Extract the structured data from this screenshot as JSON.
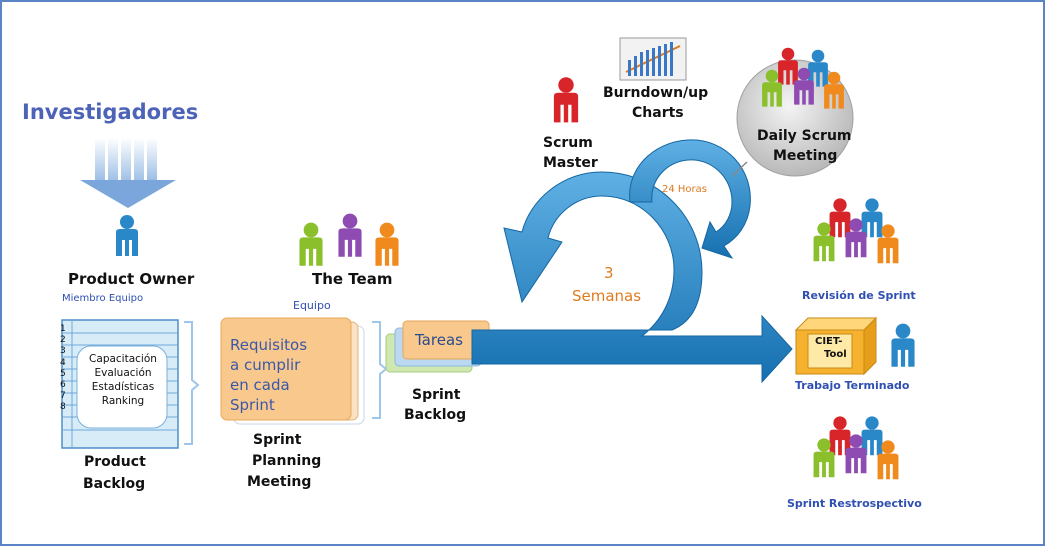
{
  "colors": {
    "border": "#5b84c4",
    "title_blue": "#4d63b8",
    "label_blue": "#2f4fb2",
    "accent_orange": "#e07a1f",
    "arrow_blue": "#1f7fbf",
    "note_orange": "#f8c88c"
  },
  "icons": [
    "person-blue-icon",
    "person-red-icon",
    "team-group-icon",
    "chart-icon",
    "box-icon",
    "down-arrows-icon",
    "cycle-arrow-icon"
  ],
  "researchers": "Investigadores",
  "product_owner": {
    "title": "Product Owner",
    "subtitle": "Miembro Equipo"
  },
  "team": {
    "title": "The Team",
    "subtitle": "Equipo"
  },
  "scrum_master": {
    "line1": "Scrum",
    "line2": "Master"
  },
  "burndown": {
    "line1": "Burndown/up",
    "line2": "Charts"
  },
  "daily_scrum": {
    "line1": "Daily Scrum",
    "line2": "Meeting"
  },
  "cycle": {
    "hours": "24 Horas",
    "weeks_num": "3",
    "weeks_label": "Semanas"
  },
  "tasks": "Tareas",
  "sprint_backlog": {
    "line1": "Sprint",
    "line2": "Backlog"
  },
  "sprint_planning": {
    "line1": "Sprint",
    "line2": "Planning",
    "line3": "Meeting"
  },
  "product_backlog": {
    "line1": "Product",
    "line2": "Backlog",
    "numbers": [
      "1",
      "2",
      "3",
      "4",
      "5",
      "6",
      "7",
      "8"
    ],
    "items": [
      "Capacitación",
      "Evaluación",
      "Estadísticas",
      "Ranking"
    ]
  },
  "requirements": [
    "Requisitos",
    "a cumplir",
    "en cada",
    "Sprint"
  ],
  "sprint_review": "Revisión de Sprint",
  "done_work": "Trabajo Terminado",
  "tool": {
    "line1": "CIET-",
    "line2": "Tool"
  },
  "sprint_retro": "Sprint Restrospectivo"
}
